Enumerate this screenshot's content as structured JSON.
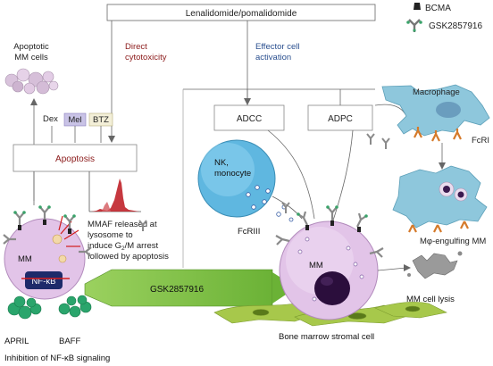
{
  "top_drug": "Lenalidomide/pomalidomide",
  "legend": {
    "bcma": "BCMA",
    "gsk": "GSK2857916"
  },
  "labels": {
    "apoptotic_line1": "Apoptotic",
    "apoptotic_line2": "MM cells",
    "direct_line1": "Direct",
    "direct_line2": "cytotoxicity",
    "effector_line1": "Effector cell",
    "effector_line2": "activation",
    "dex": "Dex",
    "mel": "Mel",
    "btz": "BTZ",
    "apoptosis": "Apoptosis",
    "adcc": "ADCC",
    "adpc": "ADPC",
    "macrophage": "Macrophage",
    "fcri_right": "FcRI",
    "nk_line1": "NK,",
    "nk_line2": "monocyte",
    "fcriii": "FcRIII",
    "mmaf_line1": "MMAF released at",
    "mmaf_line2": "lysosome to",
    "mmaf_line3": "induce G",
    "mmaf_sub": "2",
    "mmaf_line3b": "/M arrest",
    "mmaf_line4": "followed by apoptosis",
    "mphi_engulf": "Mφ-engulfing MM",
    "mm_left": "MM",
    "nfkb": "NF-κB",
    "mm_center": "MM",
    "gsk_bar": "GSK2857916",
    "mm_lysis": "MM cell lysis",
    "april": "APRIL",
    "baff": "BAFF",
    "stromal": "Bone marrow stromal cell",
    "nfkb_inhibition": "Inhibition of NF-κB signaling"
  },
  "colors": {
    "direct_text": "#8b1a1a",
    "effector_text": "#2a4f8f",
    "mm_cell": "#e2c4e8",
    "nk_cell": "#5fb7e0",
    "macrophage": "#8ec7dc",
    "gsk_bar": "#7cc142",
    "stroma": "#a7c84b",
    "receptor": "#3fa57a",
    "antibody": "#d57a2a",
    "histogram": "#c0222a"
  }
}
